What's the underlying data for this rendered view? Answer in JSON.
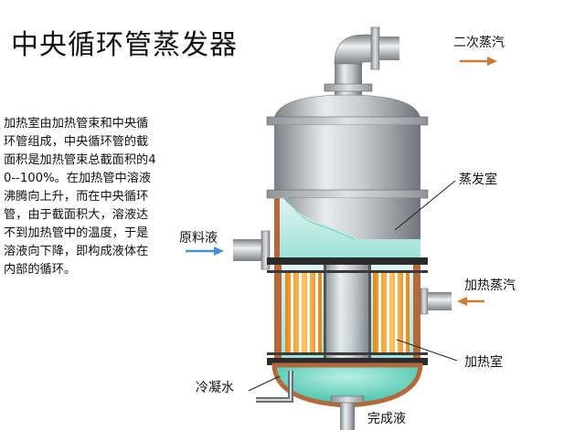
{
  "title": "中央循环管蒸发器",
  "description": "加热室由加热管束和中央循环管组成，中央循环管的截面积是加热管束总截面积的40--100%。在加热管中溶液沸腾向上升，而在中央循环管，由于截面积大，溶液达不到加热管中的温度，于是溶液向下降，即构成液体在内部的循环。",
  "labels": {
    "secondary_steam": "二次蒸汽",
    "evaporation_chamber": "蒸发室",
    "feed_liquid": "原料液",
    "heating_steam": "加热蒸汽",
    "heating_chamber": "加热室",
    "condensate": "冷凝水",
    "product_liquid": "完成液"
  },
  "colors": {
    "steel": "#a9aeb2",
    "liquid": "#c8ebe6",
    "hot_liquid": "#6fd7c3",
    "heating_tubes": "#f0a23c",
    "shell": "#b5683a",
    "arrow": "#cf7a34",
    "feed_arrow": "#4a90d9"
  }
}
